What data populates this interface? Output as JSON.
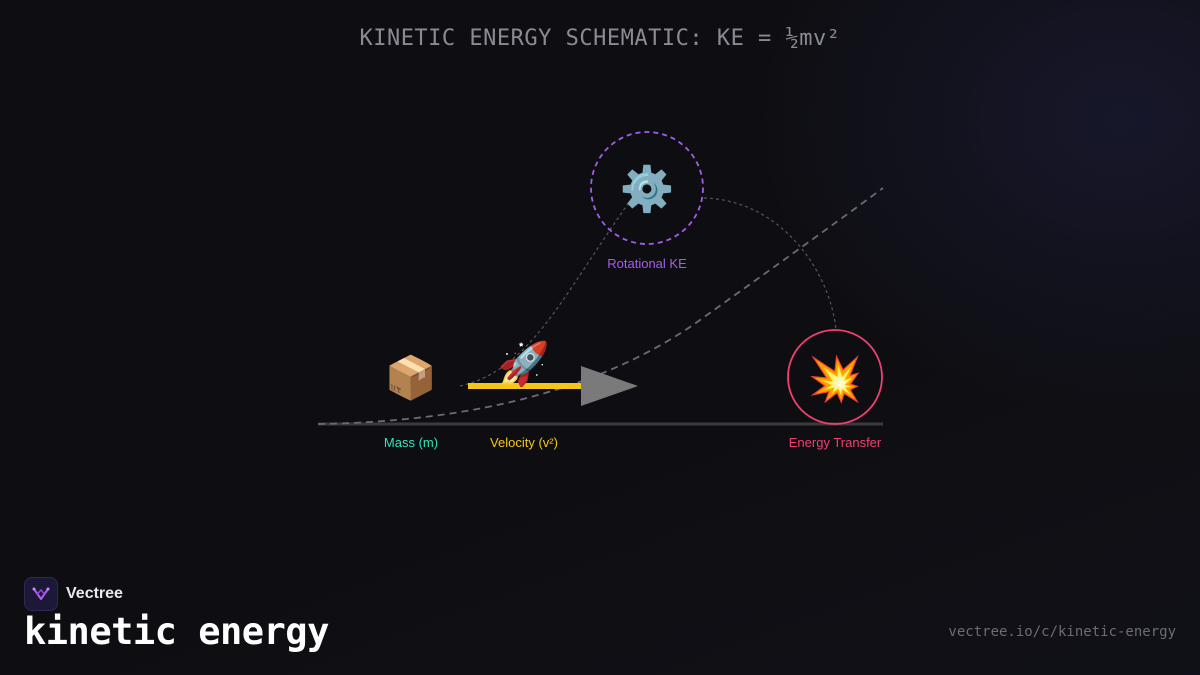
{
  "header": {
    "title": "KINETIC ENERGY SCHEMATIC: KE = ½mv²"
  },
  "diagram": {
    "labels": {
      "mass": "Mass (m)",
      "velocity": "Velocity (v²)",
      "rotational": "Rotational KE",
      "energy_transfer": "Energy Transfer"
    },
    "icons": {
      "mass": "package-icon",
      "velocity": "rocket-icon",
      "rotational": "gear-icon",
      "energy_transfer": "explosion-icon"
    },
    "colors": {
      "mass": "#2ee6b8",
      "velocity": "#f5c518",
      "rotational": "#a35ee8",
      "energy_transfer": "#f0406e",
      "axis": "#3a3a40",
      "curve": "#6a6a72",
      "arrow": "#7a7a7a"
    }
  },
  "footer": {
    "brand_name": "Vectree",
    "topic": "kinetic energy",
    "url": "vectree.io/c/kinetic-energy"
  }
}
